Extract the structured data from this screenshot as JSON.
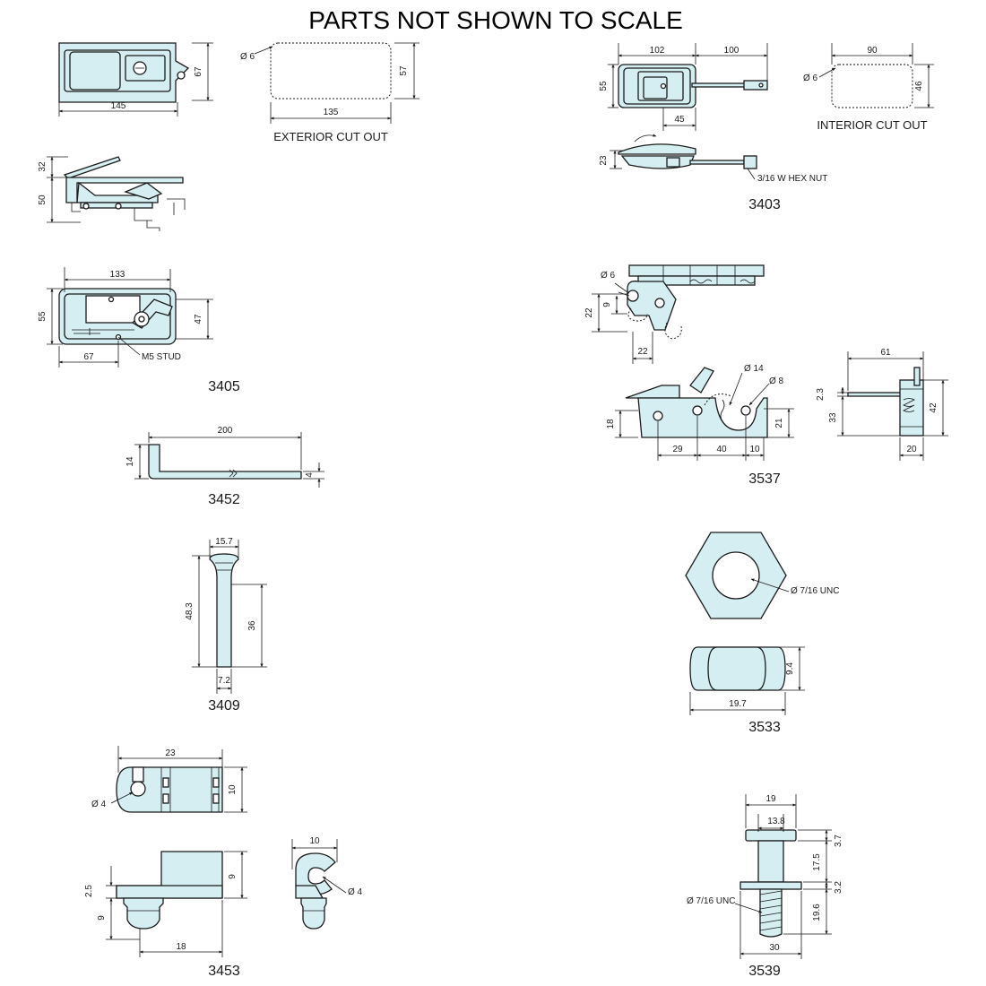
{
  "title": "PARTS NOT SHOWN TO SCALE",
  "colors": {
    "part_fill": "#d4eef2",
    "outline": "#1a1a1a",
    "background": "#ffffff"
  },
  "parts": {
    "p3405": {
      "number": "3405",
      "front": {
        "width": "145",
        "height": "67"
      },
      "cutout": {
        "label": "EXTERIOR CUT OUT",
        "width": "135",
        "height": "57",
        "corner": "Ø 6"
      },
      "side": {
        "top": "32",
        "depth": "50"
      },
      "rear": {
        "width": "133",
        "height_left": "55",
        "height_right": "47",
        "offset": "67",
        "stud": "M5 STUD"
      }
    },
    "p3403": {
      "number": "3403",
      "front": {
        "width": "102",
        "rod": "100",
        "height": "55",
        "offset": "45"
      },
      "cutout": {
        "label": "INTERIOR CUT OUT",
        "width": "90",
        "height": "46",
        "corner": "Ø 6"
      },
      "side": {
        "height": "23",
        "nut": "3/16 W HEX NUT"
      }
    },
    "p3537": {
      "number": "3537",
      "top": {
        "hole": "Ø 6",
        "h1": "22",
        "h2": "9",
        "w": "22"
      },
      "front": {
        "hole_large": "Ø 14",
        "hole_small": "Ø 8",
        "h_left": "18",
        "h_right": "21",
        "w1": "29",
        "w2": "40",
        "w3": "10"
      },
      "side": {
        "width": "61",
        "t": "2.3",
        "h1": "33",
        "h2": "42",
        "base": "20"
      }
    },
    "p3452": {
      "number": "3452",
      "length": "200",
      "height": "14",
      "thickness": "4"
    },
    "p3409": {
      "number": "3409",
      "head": "15.7",
      "length": "48.3",
      "shank": "36",
      "dia": "7.2"
    },
    "p3533": {
      "number": "3533",
      "thread": "Ø 7/16 UNC",
      "width": "19.7",
      "height": "9.4"
    },
    "p3453": {
      "number": "3453",
      "top": {
        "width": "23",
        "height": "10",
        "hole": "Ø 4"
      },
      "side": {
        "h1": "2.5",
        "h2": "9",
        "h3": "9",
        "base": "18"
      },
      "end": {
        "width": "10",
        "hole": "Ø 4"
      }
    },
    "p3539": {
      "number": "3539",
      "head": "19",
      "neck": "13.8",
      "h1": "3.7",
      "h2": "17.5",
      "h3": "3.2",
      "h4": "19.6",
      "base": "30",
      "thread": "Ø 7/16 UNC"
    }
  }
}
